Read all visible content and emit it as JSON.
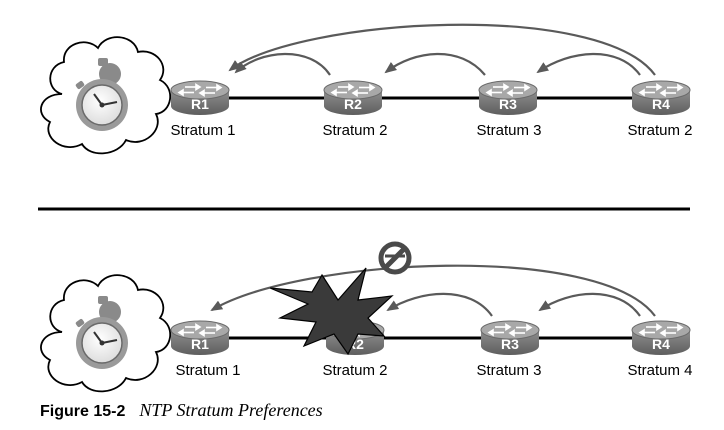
{
  "top": {
    "routers": [
      {
        "label": "R1",
        "stratum": "Stratum 1"
      },
      {
        "label": "R2",
        "stratum": "Stratum 2"
      },
      {
        "label": "R3",
        "stratum": "Stratum 3"
      },
      {
        "label": "R4",
        "stratum": "Stratum 2"
      }
    ]
  },
  "bottom": {
    "routers": [
      {
        "label": "R1",
        "stratum": "Stratum 1"
      },
      {
        "label": "R2",
        "stratum": "Stratum 2"
      },
      {
        "label": "R3",
        "stratum": "Stratum 3"
      },
      {
        "label": "R4",
        "stratum": "Stratum 4"
      }
    ]
  },
  "caption": {
    "figure_label": "Figure 15-2",
    "title": "NTP Stratum Preferences"
  },
  "colors": {
    "arrow": "#5a5a5a",
    "router_body": "#7a7a7a",
    "router_top": "#9a9a9a",
    "explosion": "#3a3a3a"
  }
}
